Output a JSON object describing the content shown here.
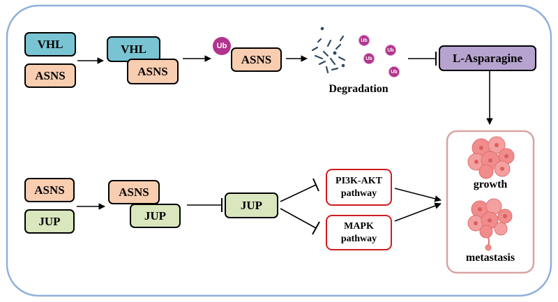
{
  "nodes": {
    "vhl_1": "VHL",
    "asns_1": "ASNS",
    "vhl_2": "VHL",
    "asns_2": "ASNS",
    "asns_3": "ASNS",
    "l_asparagine": "L-Asparagine",
    "asns_4": "ASNS",
    "jup_1": "JUP",
    "asns_5": "ASNS",
    "jup_2": "JUP",
    "jup_3": "JUP",
    "pi3k_line1": "PI3K-AKT",
    "pi3k_line2": "pathway",
    "mapk_line1": "MAPK",
    "mapk_line2": "pathway"
  },
  "ubiquitin": {
    "big": "Ub",
    "small_1": "Ub",
    "small_2": "Ub",
    "small_3": "Ub",
    "small_4": "Ub"
  },
  "labels": {
    "degradation": "Degradation",
    "growth": "growth",
    "metastasis": "metastasis"
  },
  "colors": {
    "frame": "#8fb0da",
    "vhl": "#79c4d2",
    "asns": "#f8cdb0",
    "jup": "#d9e6be",
    "l_asparagine": "#b7a3cf",
    "pathway_border": "#d01c1f",
    "outcome_border": "#d9a3a3",
    "ubiquitin": "#b0348d",
    "tumor": "#f08c8c"
  }
}
